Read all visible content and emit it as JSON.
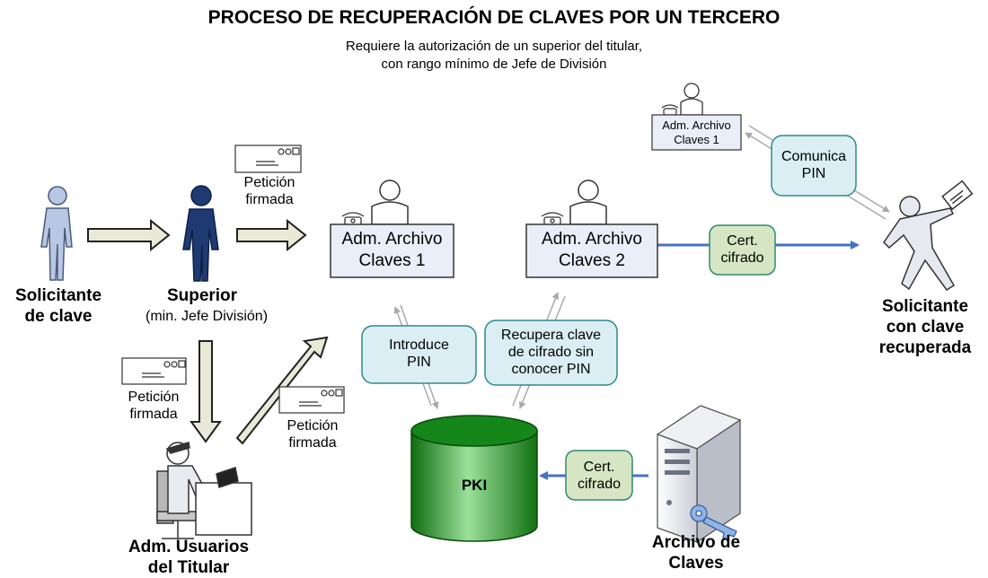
{
  "header": {
    "title": "PROCESO DE RECUPERACIÓN DE CLAVES POR UN TERCERO",
    "subtitle_line1": "Requiere la autorización de un superior del titular,",
    "subtitle_line2": "con rango mínimo de Jefe de División"
  },
  "actors": {
    "requester_line1": "Solicitante",
    "requester_line2": "de clave",
    "superior_title": "Superior",
    "superior_note": "(min. Jefe División)",
    "user_admin_line1": "Adm. Usuarios",
    "user_admin_line2": "del Titular",
    "recovered_line1": "Solicitante",
    "recovered_line2": "con clave",
    "recovered_line3": "recuperada",
    "archive_line1": "Archivo de",
    "archive_line2": "Claves"
  },
  "petition": {
    "line1": "Petición",
    "line2": "firmada"
  },
  "boxes": {
    "adm1_line1": "Adm. Archivo",
    "adm1_line2": "Claves 1",
    "adm2_line1": "Adm. Archivo",
    "adm2_line2": "Claves 2",
    "adm_small_line1": "Adm. Archivo",
    "adm_small_line2": "Claves 1"
  },
  "pills": {
    "introduce_line1": "Introduce",
    "introduce_line2": "PIN",
    "recupera_line1": "Recupera clave",
    "recupera_line2": "de cifrado sin",
    "recupera_line3": "conocer PIN",
    "comunica_line1": "Comunica",
    "comunica_line2": "PIN",
    "cert_line1": "Cert.",
    "cert_line2": "cifrado"
  },
  "pki": {
    "label": "PKI"
  },
  "colors": {
    "person_light": "#b8c8e4",
    "person_dark": "#1f3a73",
    "fat_arrow": "#e8ead7",
    "box_fill": "#e9eef8",
    "pill_teal": "#daeef3",
    "pill_green": "#d6e6c4",
    "pki_green": "#1f8a1f",
    "blue_arrow": "#4472c4",
    "gray_line": "#aaaaaa"
  }
}
